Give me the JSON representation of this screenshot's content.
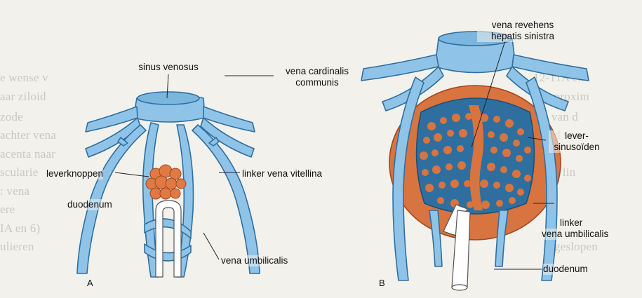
{
  "panel_a": {
    "letter": "A",
    "labels": {
      "sinus_venosus": "sinus venosus",
      "vena_cardinalis_line1": "vena cardinalis",
      "vena_cardinalis_line2": "communis",
      "leverknoppen": "leverknoppen",
      "linker_vena_vitellina": "linker vena vitellina",
      "duodenum": "duodenum",
      "vena_umbilicalis": "vena umbilicalis"
    }
  },
  "panel_b": {
    "letter": "B",
    "labels": {
      "vena_revehens_line1": "vena revehens",
      "vena_revehens_line2": "hepatis sinistra",
      "lever_line1": "lever-",
      "lever_line2": "sinusoïden",
      "linker_line1": "linker",
      "linker_line2": "vena umbilicalis",
      "duodenum": "duodenum"
    }
  },
  "colors": {
    "vessel_fill": "#8fc4e8",
    "vessel_stroke": "#2f6f9f",
    "liver": "#d8743f",
    "liver_buds": "#e07a45",
    "page": "#f2f1ec"
  }
}
